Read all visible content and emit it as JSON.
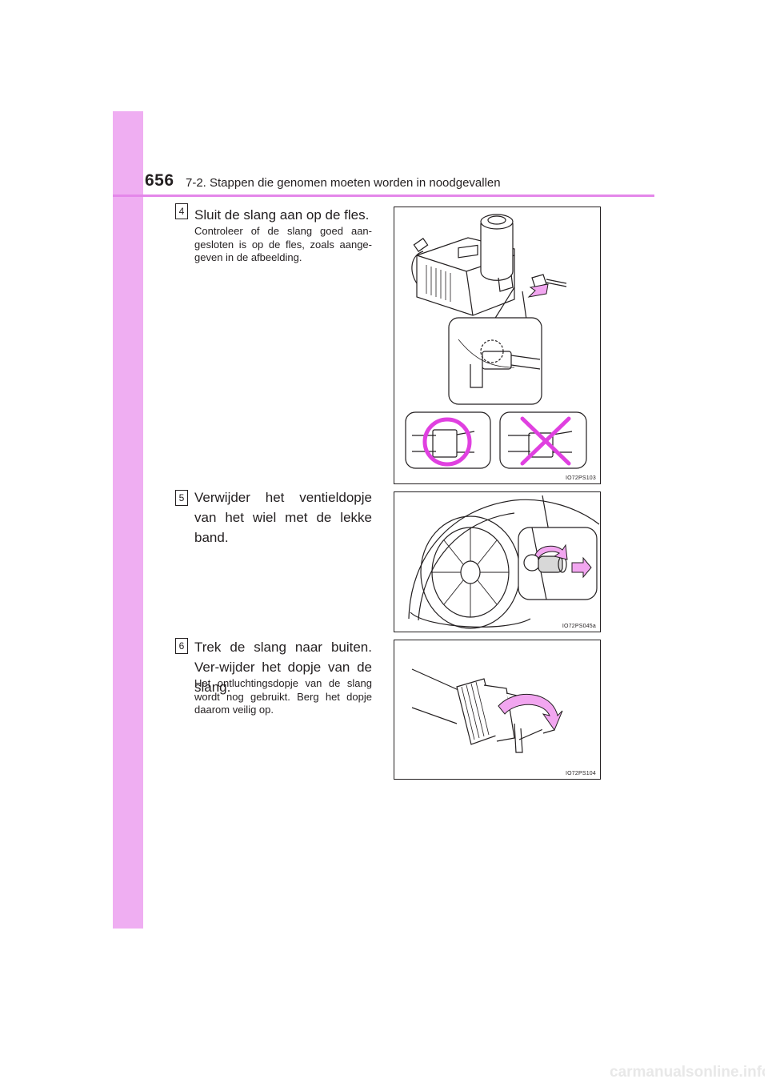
{
  "header": {
    "page_number": "656",
    "section_title": "7-2. Stappen die genomen moeten worden in noodgevallen"
  },
  "steps": [
    {
      "number": "4",
      "title": "Sluit de slang aan op de fles.",
      "body": "Controleer of de slang goed aan-gesloten is op de fles, zoals aange-geven in de afbeelding.",
      "figure_code": "IO72PS103"
    },
    {
      "number": "5",
      "title": "Verwijder het ventieldopje van het wiel met de lekke band.",
      "body": "",
      "figure_code": "IO72PS045a"
    },
    {
      "number": "6",
      "title": "Trek de slang naar buiten. Ver-wijder het dopje van de slang.",
      "body": "Het ontluchtingsdopje van de slang wordt nog gebruikt. Berg het dopje daarom veilig op.",
      "figure_code": "IO72PS104"
    }
  ],
  "watermark": {
    "text": "carmanualsonline.info"
  },
  "colors": {
    "sidebar": "#efaef2",
    "rule": "#e487ea",
    "accent_magenta": "#e040e0",
    "arrow_pink": "#f2a6f0"
  }
}
